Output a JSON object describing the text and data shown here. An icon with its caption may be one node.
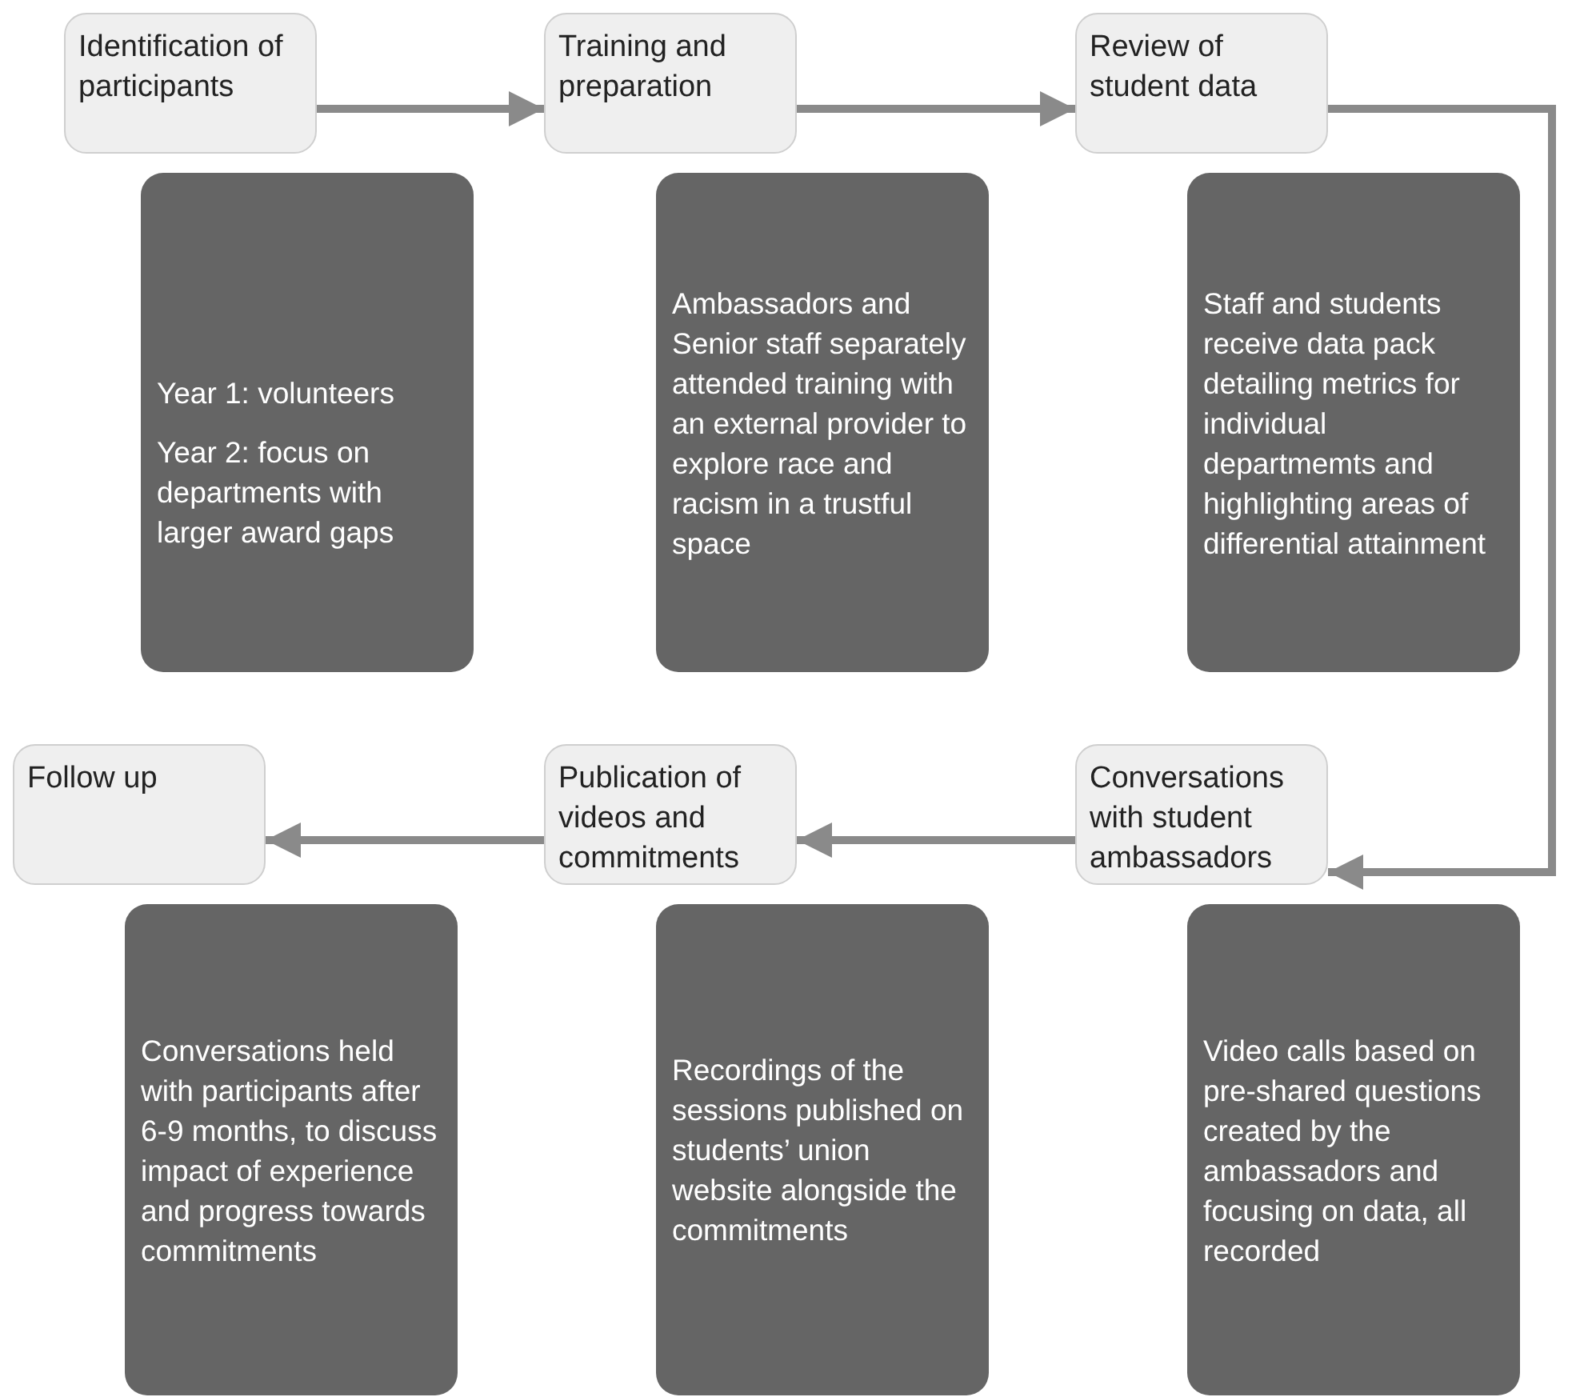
{
  "diagram": {
    "nodes": [
      {
        "text": [
          "Identification of participants"
        ]
      },
      {
        "text": [
          "Year 1: volunteers",
          "Year 2: focus on departments with larger award gaps"
        ]
      },
      {
        "text": [
          "Training and preparation"
        ]
      },
      {
        "text": [
          "Ambassadors and Senior staff separately attended training with an external provider to explore race and racism in a trustful space"
        ]
      },
      {
        "text": [
          "Review of student data"
        ]
      },
      {
        "text": [
          "Staff and students receive data pack detailing metrics for individual departmemts and highlighting areas of differential attainment"
        ]
      },
      {
        "text": [
          "Follow up"
        ]
      },
      {
        "text": [
          "Conversations held with participants after 6-9 months, to discuss impact of experience and progress towards commitments"
        ]
      },
      {
        "text": [
          "Publication of videos and commitments"
        ]
      },
      {
        "text": [
          "Recordings of the sessions published on students’ union website alongside the commitments"
        ]
      },
      {
        "text": [
          "Conversations with student ambassadors"
        ]
      },
      {
        "text": [
          "Video calls based on pre-shared questions created by the ambassadors and focusing on data, all recorded"
        ]
      }
    ],
    "edges": [
      {
        "from": 0,
        "to": 2,
        "arrow": "to"
      },
      {
        "from": 2,
        "to": 4,
        "arrow": "to"
      },
      {
        "from": 4,
        "to": 10,
        "arrow": "to"
      },
      {
        "from": 10,
        "to": 8,
        "arrow": "to"
      },
      {
        "from": 8,
        "to": 6,
        "arrow": "to"
      }
    ]
  }
}
